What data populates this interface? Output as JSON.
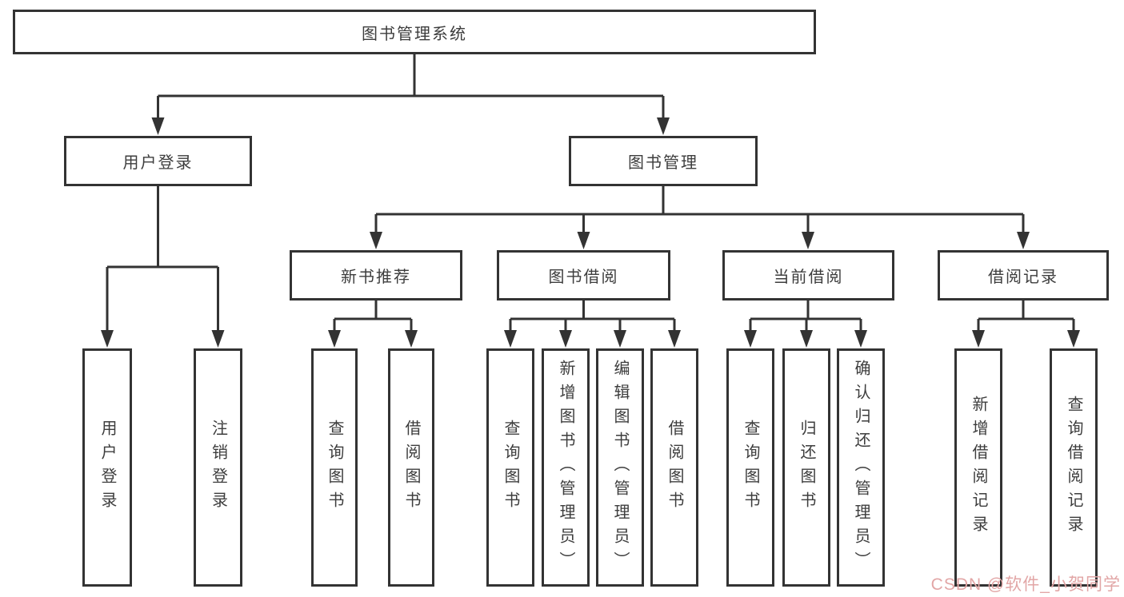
{
  "diagram_title": "图书管理系统",
  "tree": {
    "root": {
      "label": "图书管理系统",
      "children": [
        {
          "label": "用户登录",
          "children": [
            {
              "label": "用户登录"
            },
            {
              "label": "注销登录"
            }
          ]
        },
        {
          "label": "图书管理",
          "children": [
            {
              "label": "新书推荐",
              "children": [
                {
                  "label": "查询图书"
                },
                {
                  "label": "借阅图书"
                }
              ]
            },
            {
              "label": "图书借阅",
              "children": [
                {
                  "label": "查询图书"
                },
                {
                  "label": "新增图书（管理员）"
                },
                {
                  "label": "编辑图书（管理员）"
                },
                {
                  "label": "借阅图书"
                }
              ]
            },
            {
              "label": "当前借阅",
              "children": [
                {
                  "label": "查询图书"
                },
                {
                  "label": "归还图书"
                },
                {
                  "label": "确认归还（管理员）"
                }
              ]
            },
            {
              "label": "借阅记录",
              "children": [
                {
                  "label": "新增借阅记录"
                },
                {
                  "label": "查询借阅记录"
                }
              ]
            }
          ]
        }
      ]
    }
  },
  "watermark": {
    "text": "CSDN @软件_小贺同学"
  },
  "colors": {
    "line": "#333333",
    "box_border": "#333333",
    "text": "#3d3d3d",
    "watermark": "#e2a6a6",
    "background": "#ffffff"
  }
}
